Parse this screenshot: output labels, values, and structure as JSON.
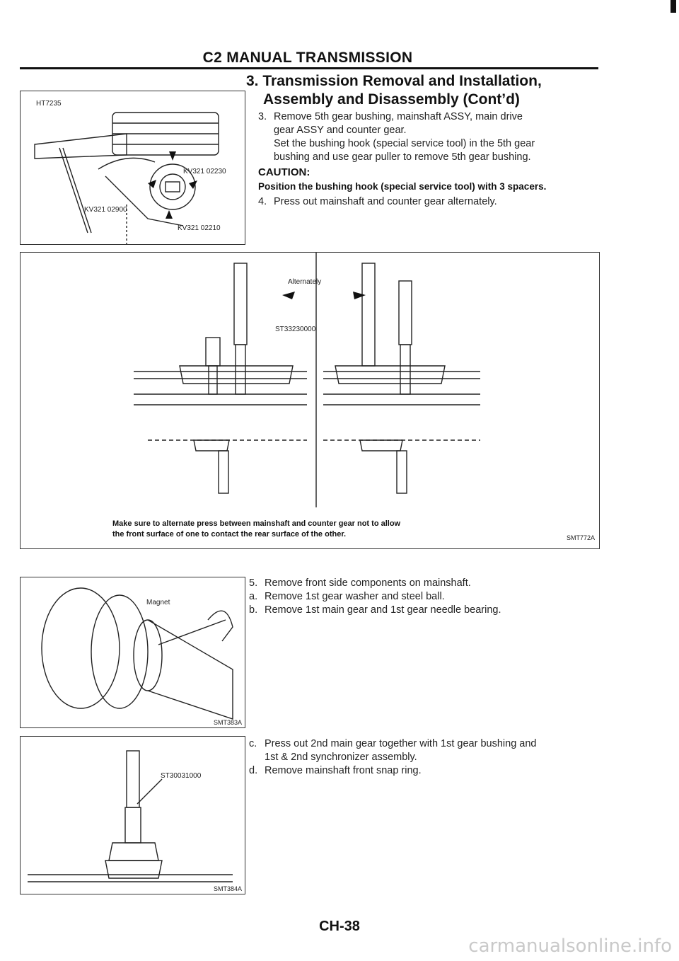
{
  "header": {
    "title": "C2 MANUAL TRANSMISSION"
  },
  "section": {
    "title_line1": "3. Transmission Removal and Installation,",
    "title_line2": "Assembly and Disassembly (Cont’d)"
  },
  "steps_top": {
    "s3_num": "3.",
    "s3_line1": "Remove 5th gear bushing, mainshaft ASSY, main drive",
    "s3_line2": "gear ASSY and counter gear.",
    "s3_line3": "Set the bushing hook (special service tool) in the 5th gear",
    "s3_line4": "bushing and use gear puller to remove 5th gear bushing.",
    "caution_head": "CAUTION:",
    "caution_body": "Position the bushing hook (special service tool) with 3 spacers.",
    "s4_num": "4.",
    "s4_text": "Press out mainshaft and counter gear alternately."
  },
  "fig1": {
    "ht": "HT7235",
    "kv_a": "KV321 02230",
    "kv_b": "KV321 02900",
    "kv_c": "KV321 02210"
  },
  "fig2": {
    "alternately": "Alternately",
    "tool": "ST33230000",
    "note_line1": "Make sure to alternate press between mainshaft and counter gear not to allow",
    "note_line2": "the front surface of one to contact the rear surface of the other.",
    "code": "SMT772A"
  },
  "steps_mid": {
    "s5_num": "5.",
    "s5_text": "Remove front side components on mainshaft.",
    "sa_num": "a.",
    "sa_text": "Remove 1st gear washer and steel ball.",
    "sb_num": "b.",
    "sb_text": "Remove 1st main gear and 1st gear needle bearing."
  },
  "fig3": {
    "magnet": "Magnet",
    "code": "SMT383A"
  },
  "steps_bottom": {
    "sc_num": "c.",
    "sc_line1": "Press out 2nd main gear together with 1st gear bushing and",
    "sc_line2": "1st & 2nd synchronizer assembly.",
    "sd_num": "d.",
    "sd_text": "Remove mainshaft front snap ring."
  },
  "fig4": {
    "tool": "ST30031000",
    "code": "SMT384A"
  },
  "footer": {
    "page": "CH-38",
    "watermark": "carmanualsonline.info"
  }
}
